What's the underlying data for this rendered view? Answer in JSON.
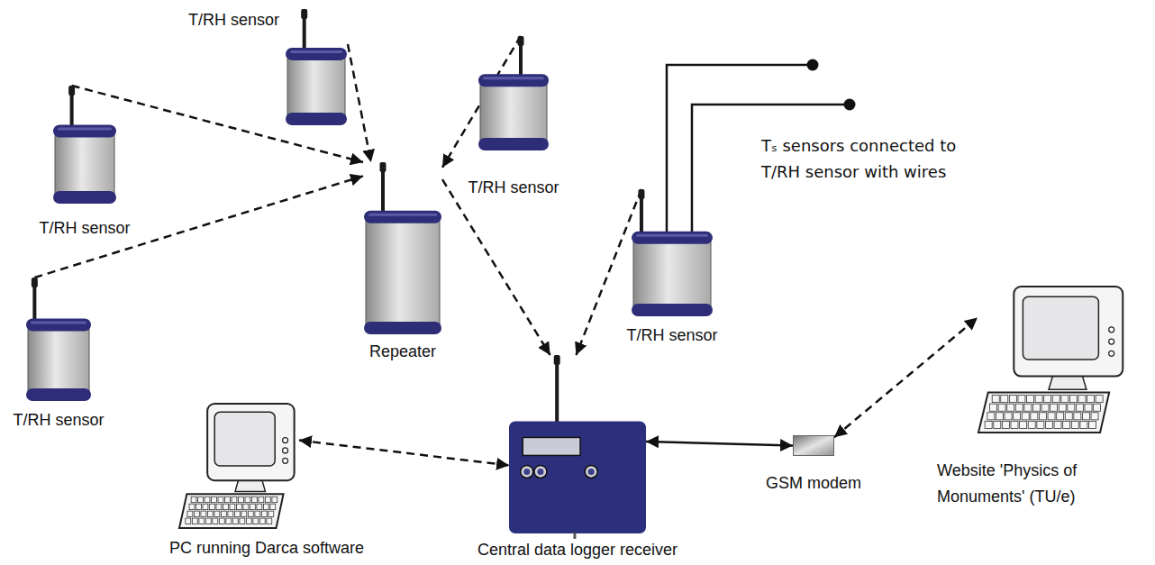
{
  "diagram": {
    "nodes": [
      {
        "text": [
          "T/RH sensor"
        ]
      },
      {
        "text": [
          "T/RH sensor"
        ]
      },
      {
        "text": [
          "T/RH sensor"
        ]
      },
      {
        "text": [
          "T/RH sensor"
        ]
      },
      {
        "text": [
          "Repeater"
        ]
      },
      {
        "text": [
          "T/RH sensor"
        ]
      },
      {
        "text": [
          "Central data logger receiver"
        ]
      },
      {
        "text": [
          "GSM modem"
        ]
      },
      {
        "text": [
          "PC running Darca software"
        ]
      },
      {
        "text": [
          "Website 'Physics of Monuments' (TU/e)"
        ]
      }
    ],
    "edges": [
      {
        "from": 0,
        "to": 4,
        "arrow": "to"
      },
      {
        "from": 1,
        "to": 4,
        "arrow": "to"
      },
      {
        "from": 3,
        "to": 4,
        "arrow": "to"
      },
      {
        "from": 2,
        "to": 4,
        "arrow": "to"
      },
      {
        "from": 4,
        "to": 6,
        "arrow": "to"
      },
      {
        "from": 5,
        "to": 6,
        "arrow": "to"
      },
      {
        "from": 8,
        "to": 6,
        "arrow": "both"
      },
      {
        "from": 6,
        "to": 7,
        "arrow": "both"
      },
      {
        "from": 7,
        "to": 9,
        "arrow": "both"
      }
    ],
    "labels": [
      "Tₛ sensors connected to T/RH sensor with wires"
    ]
  }
}
